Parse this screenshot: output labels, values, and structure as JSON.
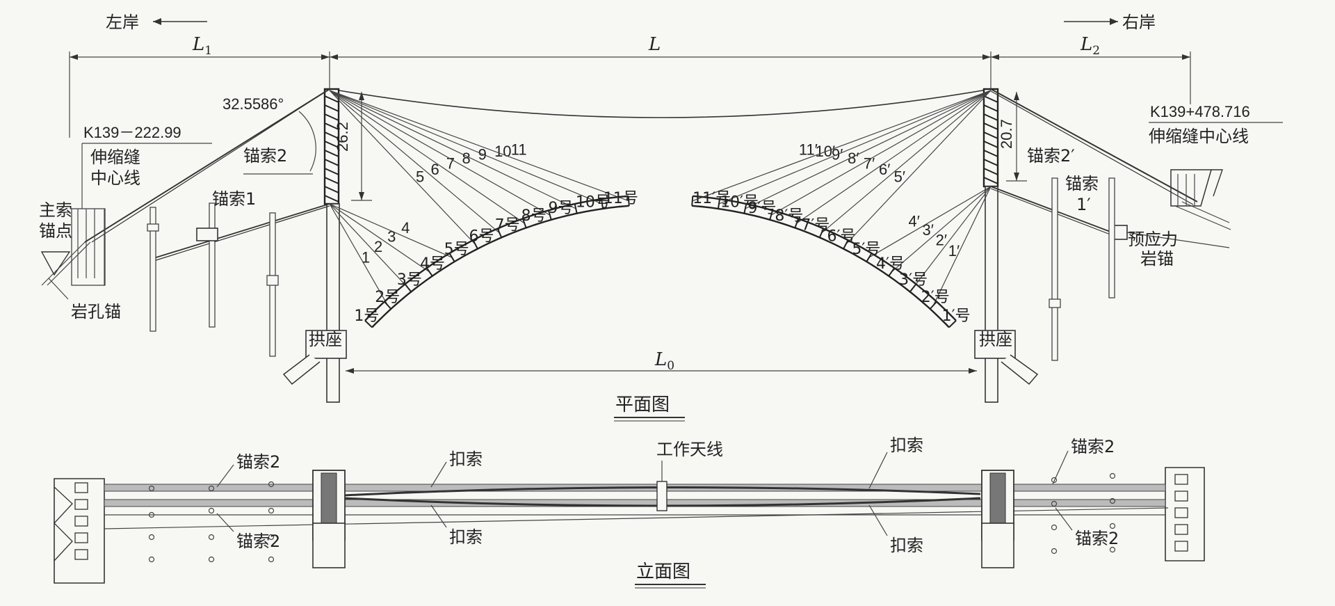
{
  "directions": {
    "left": "左岸",
    "right": "右岸"
  },
  "spans": {
    "L1": "L",
    "L1_sub": "1",
    "L": "L",
    "L2": "L",
    "L2_sub": "2",
    "L0": "L",
    "L0_sub": "0"
  },
  "angle": "32.5586°",
  "heights": {
    "left": "26.2",
    "right": "20.7"
  },
  "stations": {
    "left": "K139－222.99",
    "left_desc1": "伸缩缝",
    "left_desc2": "中心线",
    "right": "K139+478.716",
    "right_desc": "伸缩缝中心线"
  },
  "labels": {
    "main_anchor1": "主索",
    "main_anchor2": "锚点",
    "rock_hole": "岩孔锚",
    "anchor1": "锚索1",
    "anchor2": "锚索2",
    "anchor2_r": "锚索2′",
    "anchor_r": "锚索",
    "anchor1_r": "1′",
    "prestress1": "预应力",
    "prestress2": "岩锚",
    "abutment": "拱座"
  },
  "left_cable_nums": [
    "1",
    "2",
    "3",
    "4",
    "5",
    "6",
    "7",
    "8",
    "9",
    "10",
    "11"
  ],
  "right_cable_nums": [
    "1′",
    "2′",
    "3′",
    "4′",
    "5′",
    "6′",
    "7′",
    "8′",
    "9′",
    "10′",
    "11′"
  ],
  "left_seg_nums": [
    "1号",
    "2号",
    "3号",
    "4号",
    "5号",
    "6号",
    "7号",
    "8号",
    "9号",
    "10号",
    "11号"
  ],
  "right_seg_nums": [
    "1′号",
    "2′号",
    "3′号",
    "4′号",
    "5′号",
    "6′号",
    "7′号",
    "8′号",
    "9′号",
    "10′号",
    "11′号"
  ],
  "plan_title": "平面图",
  "elevation": {
    "title": "立面图",
    "work_antenna": "工作天线",
    "buckle": "扣索",
    "anchor2": "锚索2"
  }
}
